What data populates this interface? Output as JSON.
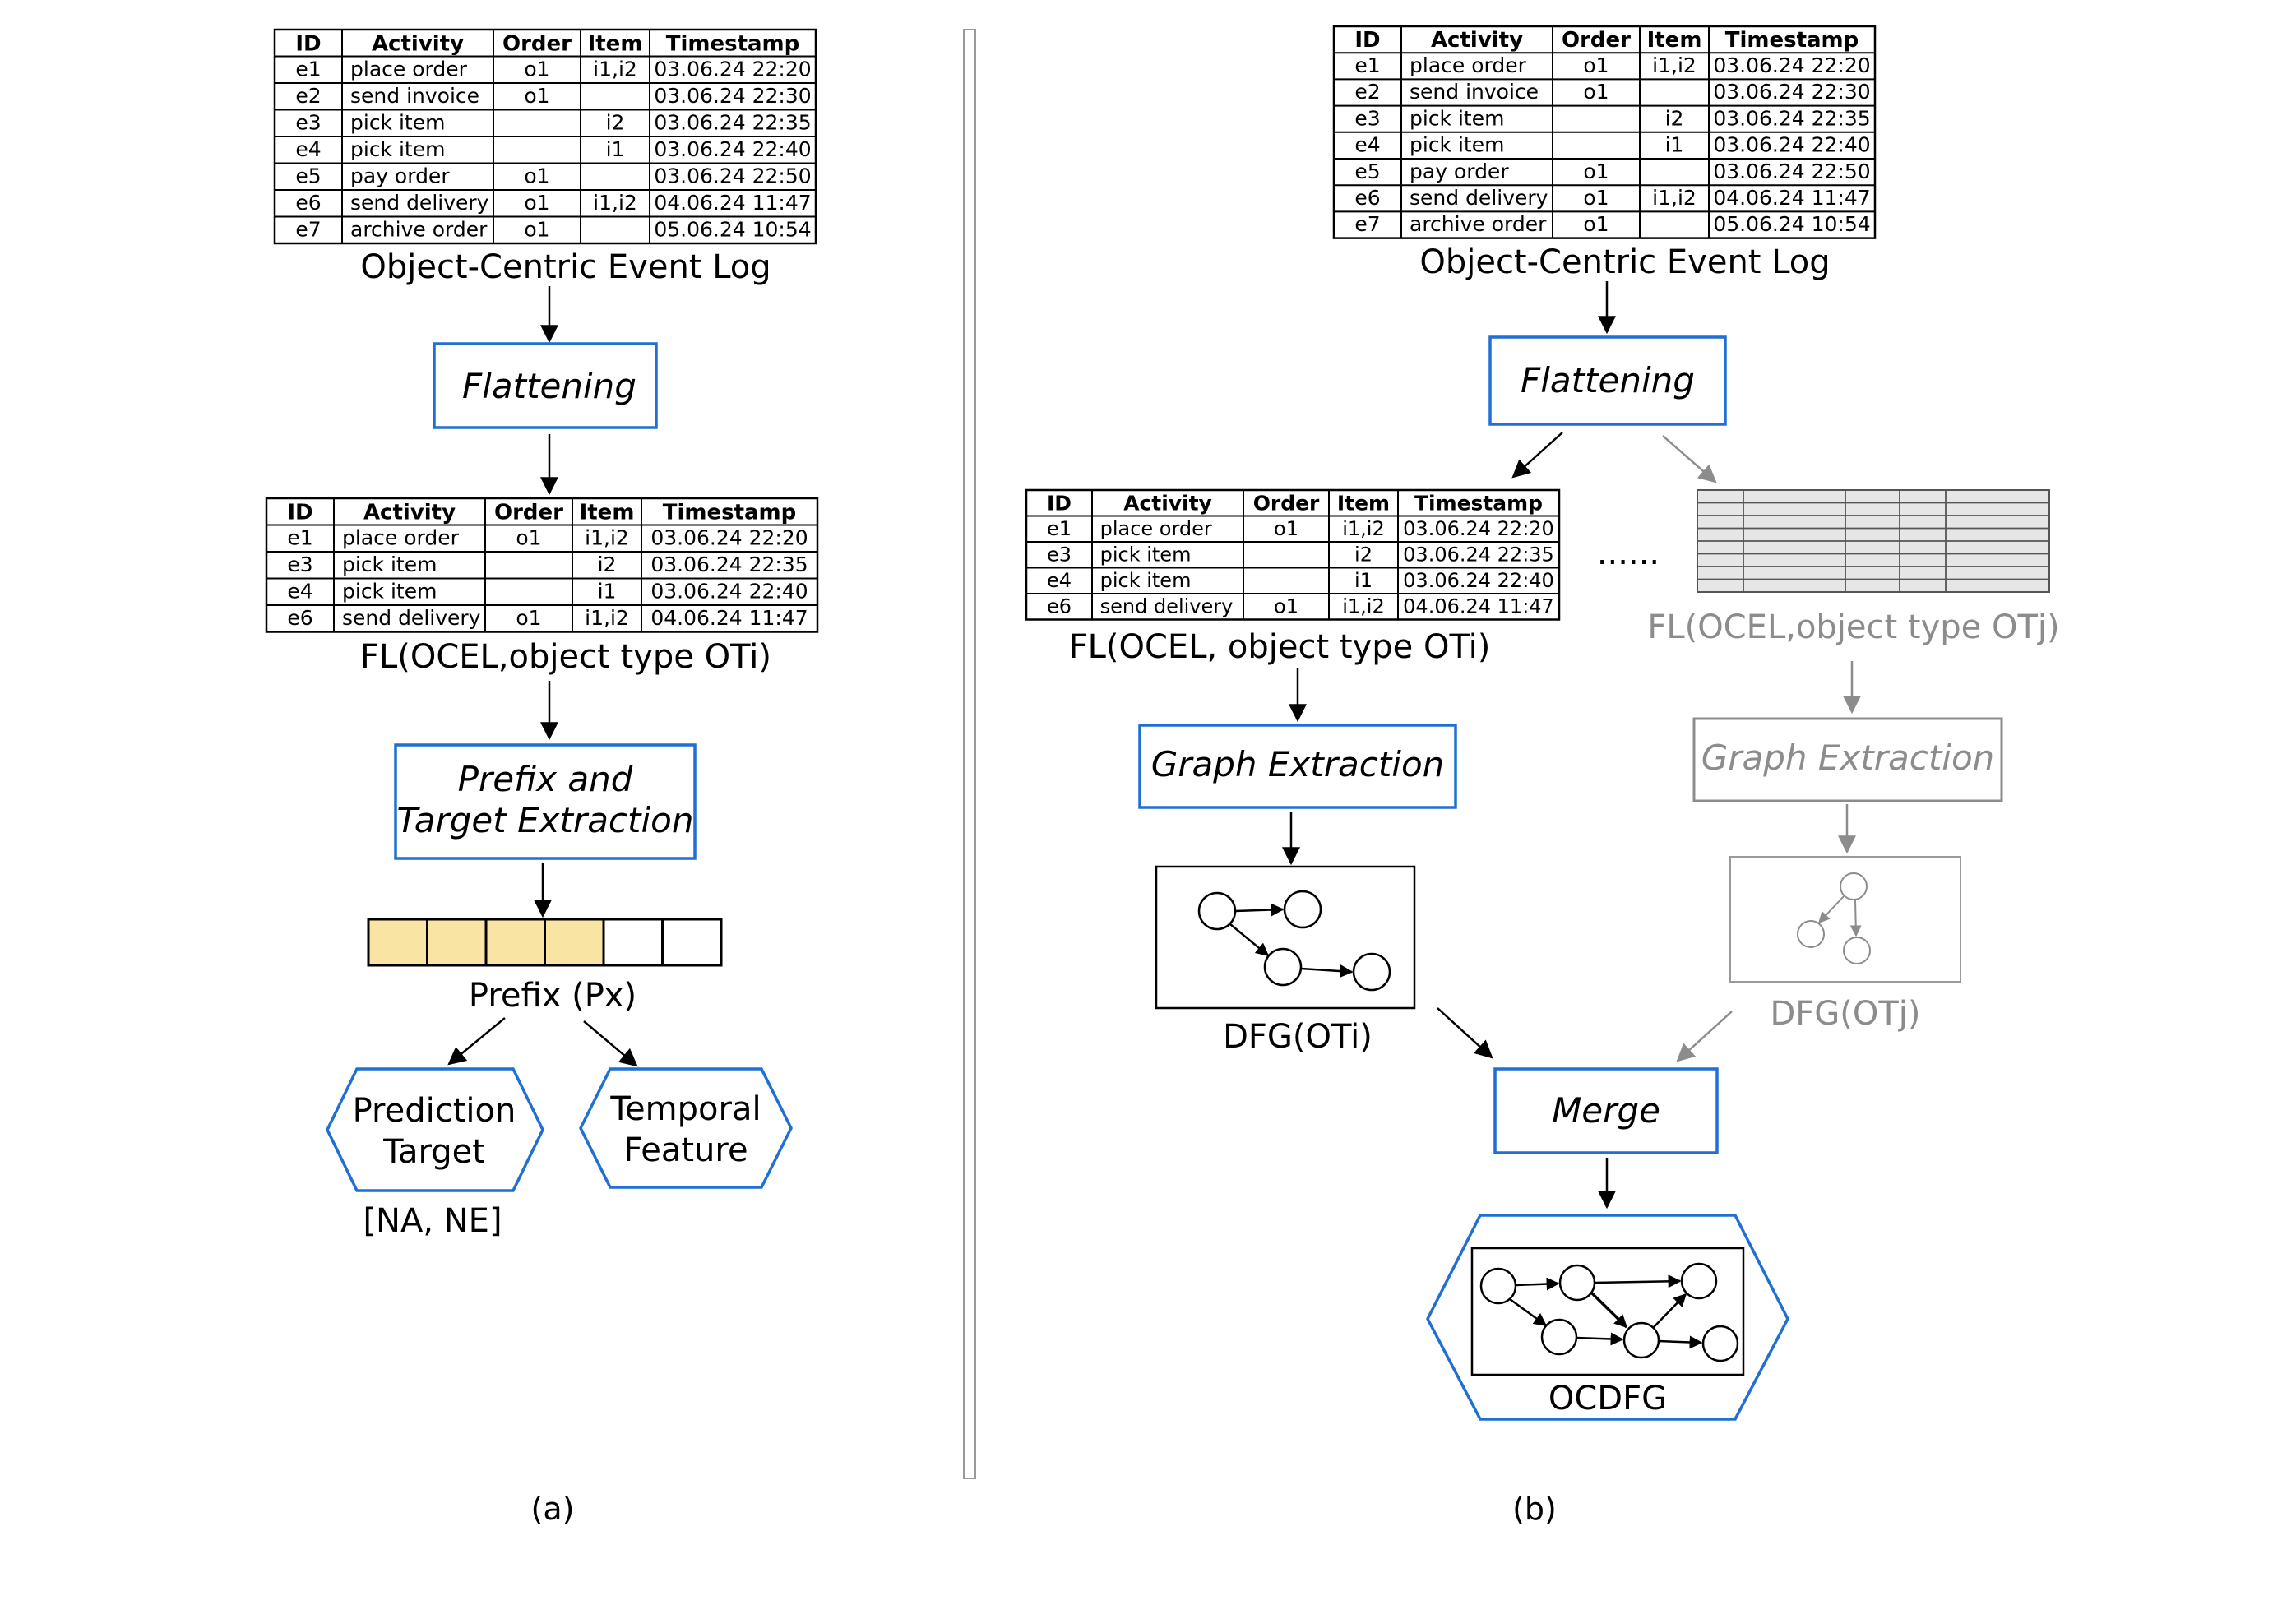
{
  "columns": [
    "ID",
    "Activity",
    "Order",
    "Item",
    "Timestamp"
  ],
  "ocel_rows": [
    [
      "e1",
      "place order",
      "o1",
      "i1,i2",
      "03.06.24 22:20"
    ],
    [
      "e2",
      "send invoice",
      "o1",
      "",
      "03.06.24 22:30"
    ],
    [
      "e3",
      "pick item",
      "",
      "i2",
      "03.06.24 22:35"
    ],
    [
      "e4",
      "pick item",
      "",
      "i1",
      "03.06.24 22:40"
    ],
    [
      "e5",
      "pay order",
      "o1",
      "",
      "03.06.24 22:50"
    ],
    [
      "e6",
      "send delivery",
      "o1",
      "i1,i2",
      "04.06.24 11:47"
    ],
    [
      "e7",
      "archive order",
      "o1",
      "",
      "05.06.24 10:54"
    ]
  ],
  "flat_rows": [
    [
      "e1",
      "place order",
      "o1",
      "i1,i2",
      "03.06.24 22:20"
    ],
    [
      "e3",
      "pick item",
      "",
      "i2",
      "03.06.24 22:35"
    ],
    [
      "e4",
      "pick item",
      "",
      "i1",
      "03.06.24 22:40"
    ],
    [
      "e6",
      "send delivery",
      "o1",
      "i1,i2",
      "04.06.24 11:47"
    ]
  ],
  "panel_a": {
    "log_caption": "Object-Centric Event Log",
    "flattening": "Flattening",
    "fl_caption": "FL(OCEL,object type OTi)",
    "extraction_line1": "Prefix and",
    "extraction_line2": "Target Extraction",
    "prefix_caption": "Prefix (Px)",
    "prefix_filled": 4,
    "prefix_total": 6,
    "prediction_line1": "Prediction",
    "prediction_line2": "Target",
    "temporal_line1": "Temporal",
    "temporal_line2": "Feature",
    "target_values": "[NA, NE]",
    "label": "(a)"
  },
  "panel_b": {
    "log_caption": "Object-Centric Event Log",
    "flattening": "Flattening",
    "fl_caption_i": "FL(OCEL, object type OTi)",
    "fl_caption_j": "FL(OCEL,object type OTj)",
    "ellipsis": "......",
    "graph_extraction_i": "Graph Extraction",
    "graph_extraction_j": "Graph Extraction",
    "dfg_i": "DFG(OTi)",
    "dfg_j": "DFG(OTj)",
    "merge": "Merge",
    "ocdfg": "OCDFG",
    "label": "(b)"
  },
  "colors": {
    "box_border": "#1f6fd4",
    "prefix_fill": "#f9e4a4",
    "faded": "#8c8c8c",
    "faded_table_fill": "#e6e6e6"
  }
}
